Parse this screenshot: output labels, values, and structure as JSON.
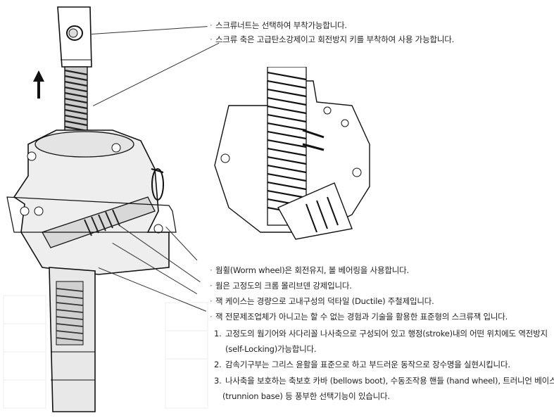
{
  "top_notes": [
    "스크류너트는 선택하여 부착가능합니다.",
    "스크류 축은 고급탄소강제이고 회전방지 키를 부착하여 사용 가능합니다."
  ],
  "bottom_notes": [
    "웜휠(Worm wheel)은 회전유지, 볼 베어링을 사용합니다.",
    "웜은 고정도의 크롬 몰리브덴 강제입니다.",
    "잭 케이스는 경량으로 고내구성의 덕타일 (Ductile) 주철제입니다.",
    "잭 전문제조업체가 아니고는 할 수 없는 경험과 기술을 활용한 표준형의 스크류잭 입니다."
  ],
  "bullet_char": "·",
  "numbered": [
    {
      "num": "1.",
      "line1": "고정도의 웜기어와 사다리꼴 나사축으로 구성되어 있고 행정(stroke)내의 어떤 위치에도 역전방지",
      "line2": "(self-Locking)가능합니다."
    },
    {
      "num": "2.",
      "line1": "감속기구부는 그리스 윤활을 표준으로 하고 부드러운 동작으로 장수명을 실현시킵니다.",
      "line2": ""
    },
    {
      "num": "3.",
      "line1": "나사축을 보호하는 축보호 카바 (bellows boot), 수동조작용 핸들 (hand wheel), 트러니언 베이스",
      "line2": "(trunnion base) 등 풍부한 선택기능이 있습니다."
    }
  ]
}
